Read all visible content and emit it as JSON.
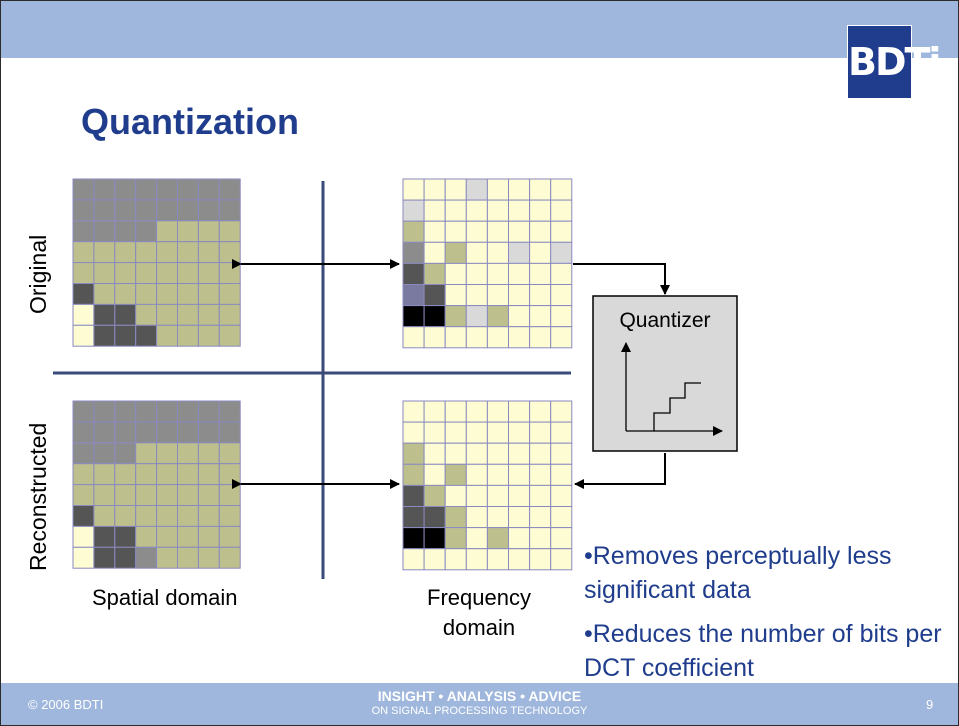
{
  "logo": "BDTi",
  "title": "Quantization",
  "row_labels": {
    "original": "Original",
    "reconstructed": "Reconstructed"
  },
  "quantizer_label": "Quantizer",
  "captions": {
    "spatial": "Spatial domain",
    "frequency_line1": "Frequency",
    "frequency_line2": "domain"
  },
  "bullets": [
    "•Removes perceptually less significant data",
    "•Reduces the number of bits per DCT coefficient"
  ],
  "footer": {
    "copyright": "© 2006 BDTI",
    "tagline1": "INSIGHT • ANALYSIS • ADVICE",
    "tagline2": "ON SIGNAL PROCESSING TECHNOLOGY",
    "page": "9"
  },
  "colors": {
    "title": "#1f3d8c",
    "bar": "#9fb7dc",
    "olive": "#bdc08c",
    "gray": "#8c8c8c",
    "dark_gray": "#555555",
    "cream": "#fdfcd2",
    "light_gray": "#d9d9d9",
    "purple_gray": "#7a7aa0",
    "black": "#000000"
  },
  "grids": {
    "spatial_original": [
      "GGGGGGGG",
      "GGGGGGGG",
      "GGGGOOOO",
      "OOOOOOOO",
      "OOOOOOOO",
      "DOOOOOOO",
      "CDDOOOOO",
      "CDDDOOOO"
    ],
    "spatial_reconstructed": [
      "GGGGGGGG",
      "GGGGGGGG",
      "GGGOOOOO",
      "OOOOOOOO",
      "OOOOOOOO",
      "DOOOOOOO",
      "CDDOOOOO",
      "CDDGOOOO"
    ],
    "frequency_original": [
      "CCCLCCCC",
      "LCCCCCCC",
      "OCCCCCCC",
      "GCOCCLCL",
      "DOCCCCCC",
      "PDCCCCCC",
      "KKOLOCCC",
      "CCCCCCCC"
    ],
    "frequency_reconstructed": [
      "CCCCCCCC",
      "CCCCCCCC",
      "OCCCCCCC",
      "OCOCCCCC",
      "DOCCCCCC",
      "DDOCCCCC",
      "KKOCOCCC",
      "CCCCCCCC"
    ]
  }
}
